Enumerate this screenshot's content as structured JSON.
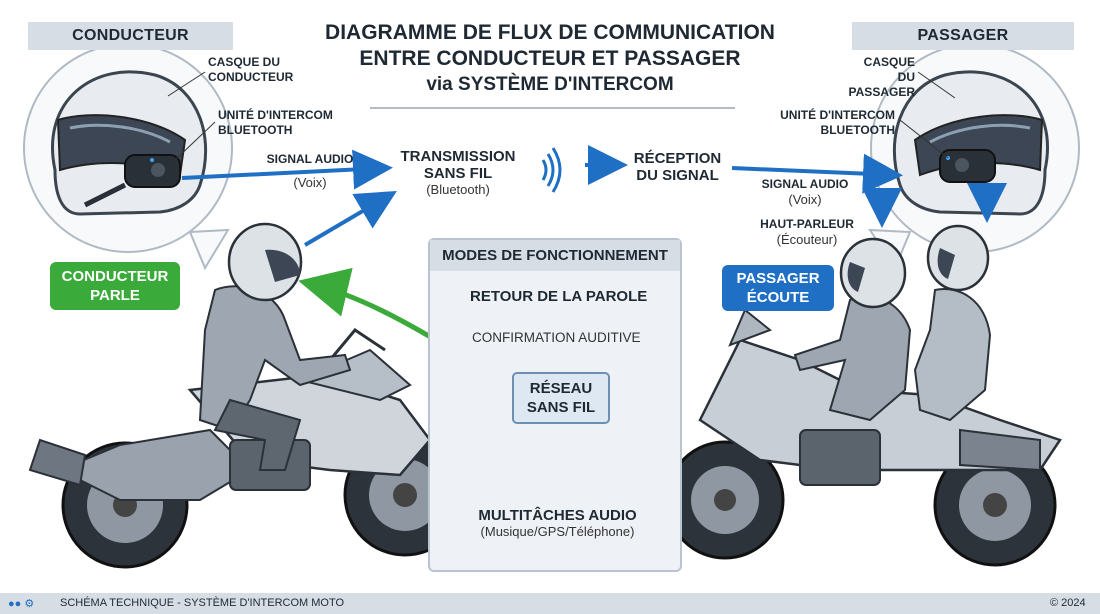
{
  "left_header": "CONDUCTEUR",
  "right_header": "PASSAGER",
  "title": {
    "line1": "DIAGRAMME DE FLUX DE COMMUNICATION",
    "line2": "ENTRE CONDUCTEUR ET PASSAGER",
    "line3": "via SYSTÈME D'INTERCOM"
  },
  "driver": {
    "helmet_label_1": "CASQUE DU",
    "helmet_label_2": "CONDUCTEUR",
    "unit_label_1": "UNITÉ D'INTERCOM",
    "unit_label_2": "BLUETOOTH",
    "signal_label": "SIGNAL AUDIO",
    "signal_sub": "(Voix)",
    "callout_1": "CONDUCTEUR",
    "callout_2": "PARLE"
  },
  "transmission": {
    "line1": "TRANSMISSION",
    "line2": "SANS FIL",
    "sub": "(Bluetooth)"
  },
  "reception": {
    "line1": "RÉCEPTION",
    "line2": "DU SIGNAL"
  },
  "passenger": {
    "helmet_label_1": "CASQUE",
    "helmet_label_2": "DU PASSAGER",
    "unit_label_1": "UNITÉ D'INTERCOM",
    "unit_label_2": "BLUETOOTH",
    "signal_label": "SIGNAL AUDIO",
    "signal_sub": "(Voix)",
    "speaker_label": "HAUT-PARLEUR",
    "speaker_sub": "(Écouteur)",
    "callout_1": "PASSAGER",
    "callout_2": "ÉCOUTE"
  },
  "modes": {
    "header": "MODES DE FONCTIONNEMENT",
    "feedback": "RETOUR DE LA PAROLE",
    "feedback_sub": "CONFIRMATION AUDITIVE",
    "network_1": "RÉSEAU",
    "network_2": "SANS FIL",
    "multitask": "MULTITÂCHES AUDIO",
    "multitask_sub": "(Musique/GPS/Téléphone)"
  },
  "footer": {
    "text": "SCHÉMA TECHNIQUE - SYSTÈME D'INTERCOM MOTO",
    "copyright": "© 2024"
  },
  "colors": {
    "blue": "#1f6fc5",
    "green": "#3aaa3a",
    "header_bg": "#d6dde5",
    "gray": "#c3c9d0"
  },
  "icons": [
    "helmet-icon",
    "intercom-unit-icon",
    "wireless-wave-icon",
    "music-note-icon",
    "motorcycle-icon"
  ]
}
